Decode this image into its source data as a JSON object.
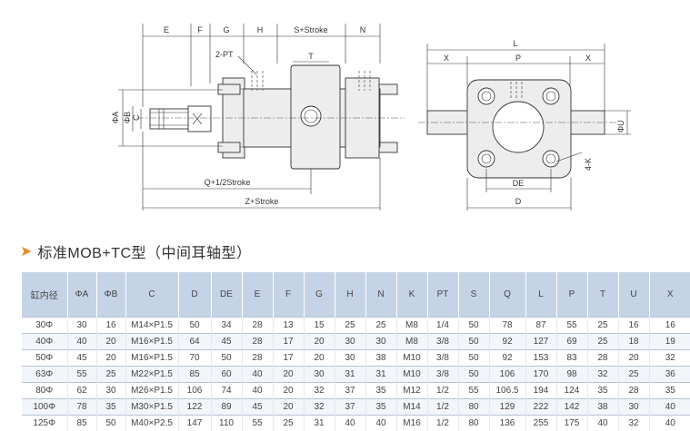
{
  "drawing": {
    "side_view": {
      "top_dims": [
        "E",
        "F",
        "G",
        "H",
        "S+Stroke",
        "N"
      ],
      "port_label": "2-PT",
      "t_label": "T",
      "phi_a": "ΦA",
      "phi_b": "ΦB",
      "c_label": "C",
      "q_label": "Q+1/2Stroke",
      "z_label": "Z+Stroke"
    },
    "end_view": {
      "l_label": "L",
      "x_left": "X",
      "p_label": "P",
      "x_right": "X",
      "phi_u": "ΦU",
      "k_label": "4-K",
      "de_label": "DE",
      "d_label": "D"
    }
  },
  "heading": {
    "arrow": "➤",
    "title": "标准MOB+TC型（中间耳轴型）"
  },
  "table": {
    "headers": [
      "缸内径",
      "ΦA",
      "ΦB",
      "C",
      "D",
      "DE",
      "E",
      "F",
      "G",
      "H",
      "N",
      "K",
      "PT",
      "S",
      "Q",
      "L",
      "P",
      "T",
      "U",
      "X"
    ],
    "rows": [
      [
        "30Φ",
        "30",
        "16",
        "M14×P1.5",
        "50",
        "34",
        "28",
        "13",
        "15",
        "25",
        "25",
        "M8",
        "1/4",
        "50",
        "78",
        "87",
        "55",
        "25",
        "16",
        "16"
      ],
      [
        "40Φ",
        "40",
        "20",
        "M16×P1.5",
        "64",
        "45",
        "28",
        "17",
        "20",
        "30",
        "30",
        "M8",
        "3/8",
        "50",
        "92",
        "127",
        "69",
        "25",
        "18",
        "19"
      ],
      [
        "50Φ",
        "45",
        "20",
        "M16×P1.5",
        "70",
        "50",
        "28",
        "17",
        "20",
        "30",
        "38",
        "M10",
        "3/8",
        "50",
        "92",
        "153",
        "83",
        "28",
        "20",
        "32"
      ],
      [
        "63Φ",
        "55",
        "25",
        "M22×P1.5",
        "85",
        "60",
        "40",
        "20",
        "30",
        "31",
        "31",
        "M10",
        "3/8",
        "50",
        "106",
        "170",
        "98",
        "32",
        "25",
        "36"
      ],
      [
        "80Φ",
        "62",
        "30",
        "M26×P1.5",
        "106",
        "74",
        "40",
        "20",
        "32",
        "37",
        "35",
        "M12",
        "1/2",
        "55",
        "106.5",
        "194",
        "124",
        "35",
        "28",
        "35"
      ],
      [
        "100Φ",
        "78",
        "35",
        "M30×P1.5",
        "122",
        "89",
        "45",
        "20",
        "32",
        "37",
        "35",
        "M14",
        "1/2",
        "80",
        "129",
        "222",
        "142",
        "38",
        "30",
        "40"
      ],
      [
        "125Φ",
        "85",
        "50",
        "M40×P2.5",
        "147",
        "110",
        "55",
        "25",
        "31",
        "40",
        "40",
        "M16",
        "1/2",
        "80",
        "136",
        "255",
        "175",
        "40",
        "32",
        "40"
      ]
    ]
  }
}
